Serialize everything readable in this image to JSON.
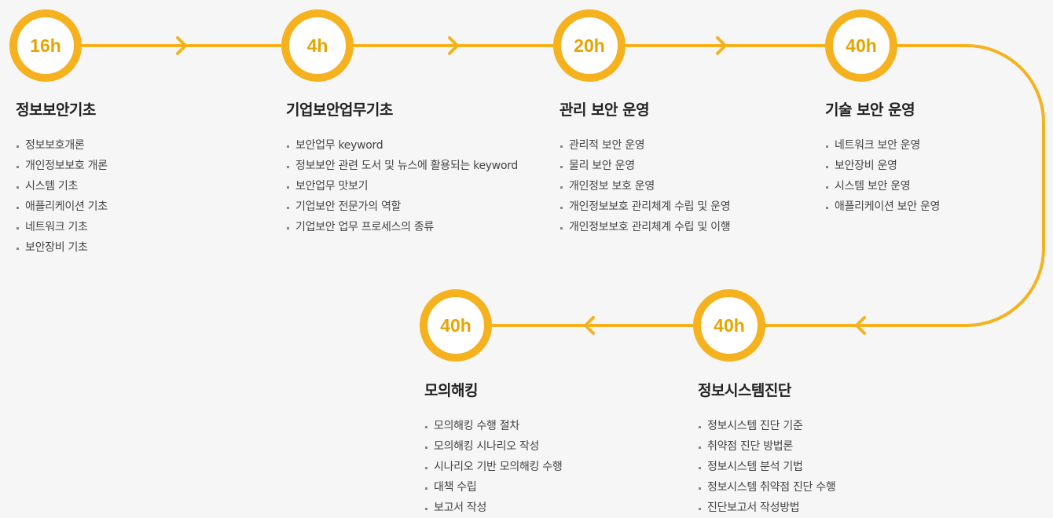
{
  "colors": {
    "accent": "#f5b21e",
    "hours_text": "#e6a400",
    "background": "#f6f6f6"
  },
  "steps": [
    {
      "hours": "16h",
      "title": "정보보안기초",
      "items": [
        "정보보호개론",
        "개인정보보호 개론",
        "시스템 기초",
        "애플리케이션 기초",
        "네트워크 기초",
        "보안장비 기초"
      ]
    },
    {
      "hours": "4h",
      "title": "기업보안업무기초",
      "items": [
        "보안업무 keyword",
        "정보보안 관련 도서 및 뉴스에 활용되는 keyword",
        "보안업무 맛보기",
        "기업보안 전문가의 역할",
        "기업보안 업무 프로세스의 종류"
      ]
    },
    {
      "hours": "20h",
      "title": "관리 보안 운영",
      "items": [
        "관리적 보안 운영",
        "물리 보안 운영",
        "개인정보 보호 운영",
        "개인정보보호 관리체계 수립 및 운영",
        "개인정보보호 관리체계 수립 및 이행"
      ]
    },
    {
      "hours": "40h",
      "title": "기술 보안 운영",
      "items": [
        "네트워크 보안 운영",
        "보안장비 운영",
        "시스템 보안 운영",
        "애플리케이션 보안 운영"
      ]
    },
    {
      "hours": "40h",
      "title": "정보시스템진단",
      "items": [
        "정보시스템 진단 기준",
        "취약점 진단 방법론",
        "정보시스템 분석 기법",
        "정보시스템 취약점 진단 수행",
        "진단보고서 작성방법"
      ]
    },
    {
      "hours": "40h",
      "title": "모의해킹",
      "items": [
        "모의해킹 수행 절차",
        "모의해킹 시나리오 작성",
        "시나리오 기반 모의해킹 수행",
        "대책 수립",
        "보고서 작성"
      ]
    }
  ]
}
